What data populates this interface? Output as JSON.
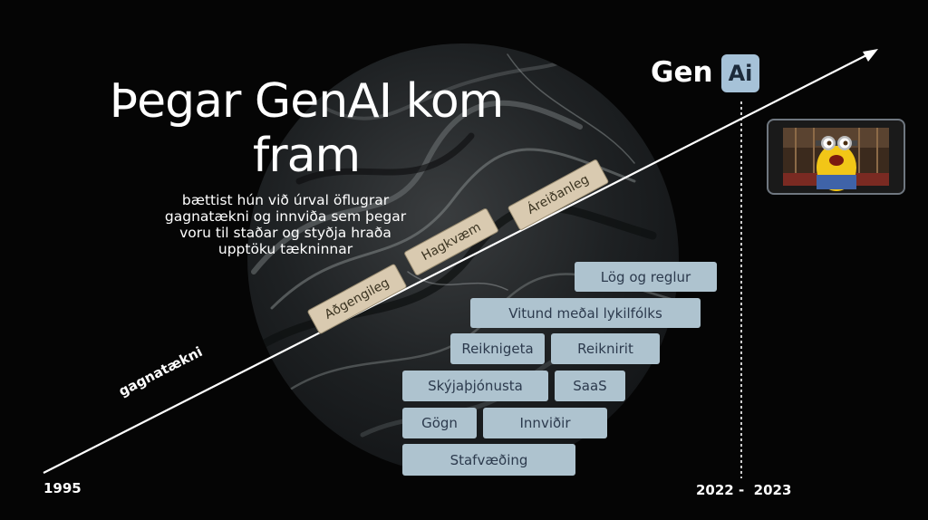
{
  "slide": {
    "title_line1": "Þegar GenAI kom",
    "title_line2": "fram",
    "subtitle_lines": [
      "bættist hún við úrval öflugrar",
      "gagnatækni og innviða sem þegar",
      "voru til staðar og styðja hraða",
      "upptöku tækninnar"
    ],
    "axis_label": "gagnatækni",
    "year_start": "1995",
    "year_end": "2022 -  2023",
    "brand_gen": "Gen",
    "brand_ai": "Ai",
    "tags": [
      "Aðgengileg",
      "Hagkvæm",
      "Áreiðanleg"
    ],
    "blocks": [
      "Lög og reglur",
      "Vitund meðal lykilfólks",
      "Reiknigeta",
      "Reiknirit",
      "Skýjaþjónusta",
      "SaaS",
      "Gögn",
      "Innviðir",
      "Stafvæðing"
    ],
    "thumbnail_icon": "minion-video-thumbnail",
    "colors": {
      "background": "#050505",
      "block": "#aec3cf",
      "block_text": "#2c3a4d",
      "tag": "#d9cab0",
      "ai_badge": "#a6c2d8",
      "arrow": "#ffffff"
    }
  }
}
